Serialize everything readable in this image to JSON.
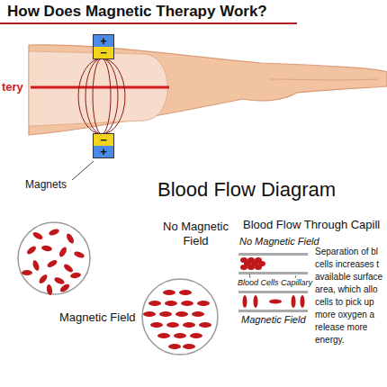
{
  "diagram": {
    "title": "How Does Magnetic Therapy Work?",
    "nodes": [
      {
        "text": [
          "+",
          "−"
        ]
      },
      {
        "text": [
          "−",
          "+"
        ]
      }
    ],
    "labels": [
      "tery",
      "Magnets",
      "Blood Flow Diagram",
      "No Magnetic Field",
      "Magnetic Field",
      "Blood Flow Through Capill",
      "No Magnetic Field",
      "Blood Cells",
      "Capillary",
      "Magnetic Field",
      "Separation of bl",
      "cells increases t",
      "available surface",
      "area, which allo",
      "cells to pick up",
      "more oxygen a",
      "release more",
      "energy."
    ]
  }
}
